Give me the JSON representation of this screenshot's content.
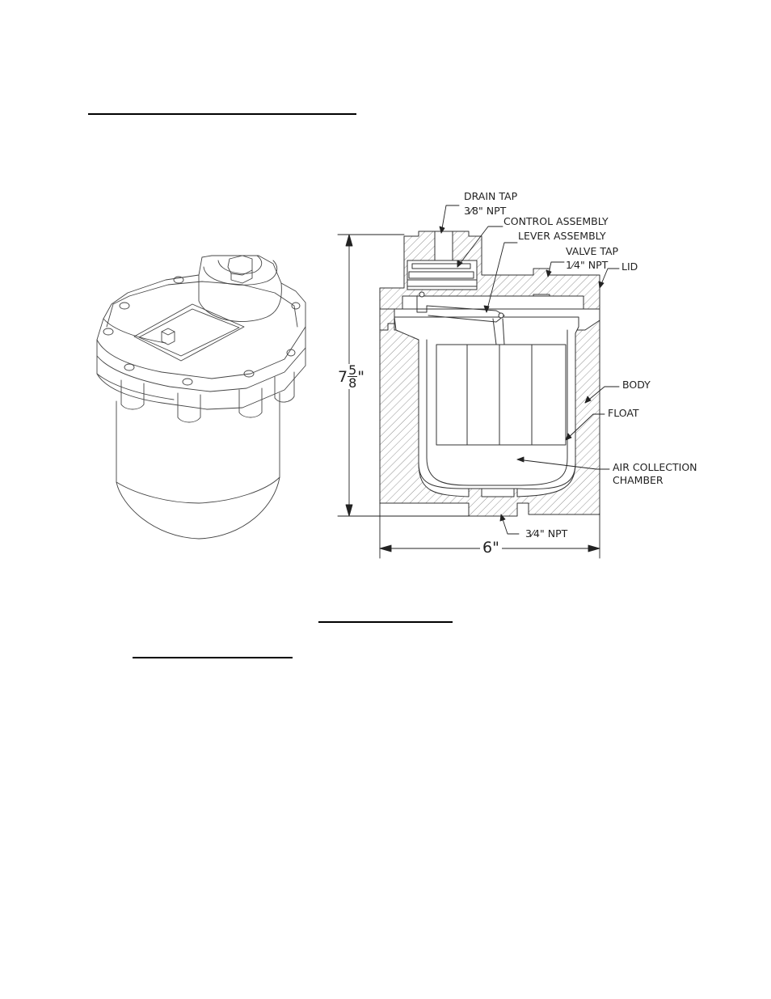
{
  "callouts": {
    "drain_tap": "DRAIN TAP",
    "drain_tap_size": "3⁄8\" NPT",
    "control_assembly": "CONTROL ASSEMBLY",
    "lever_assembly": "LEVER ASSEMBLY",
    "valve_tap": "VALVE TAP",
    "valve_tap_size": "1⁄4\" NPT",
    "lid": "LID",
    "body": "BODY",
    "float": "FLOAT",
    "air_collection_line1": "AIR COLLECTION",
    "air_collection_line2": "CHAMBER",
    "inlet_size": "3⁄4\" NPT"
  },
  "dimensions": {
    "height_whole": "7",
    "height_num": "5",
    "height_den": "8",
    "height_unit": "\"",
    "width": "6\""
  }
}
